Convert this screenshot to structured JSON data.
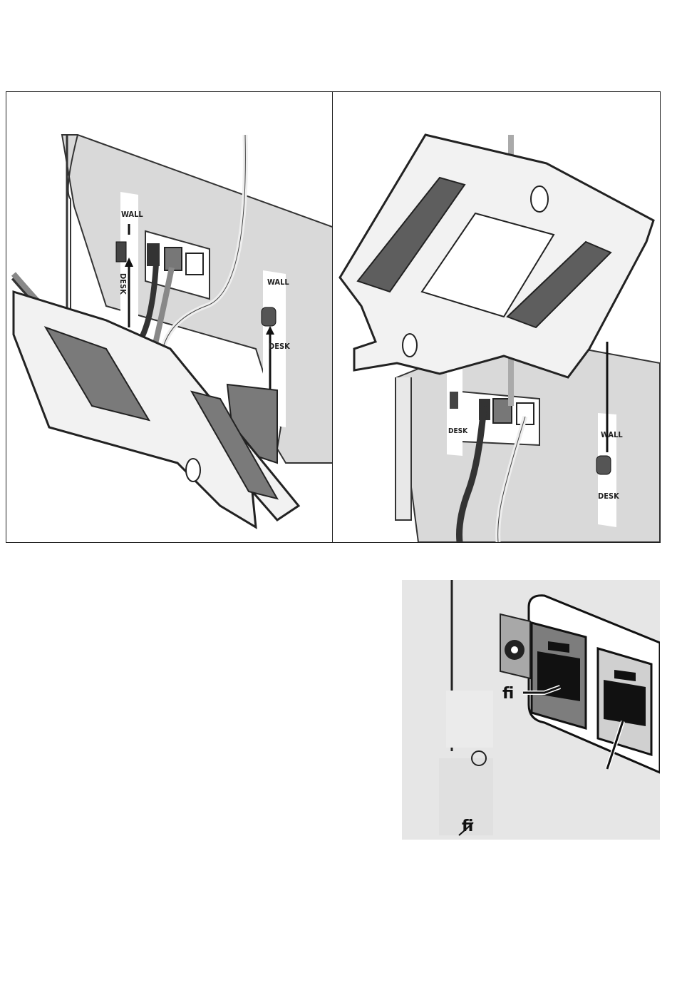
{
  "figures": {
    "left": {
      "label_top": "WALL",
      "label_bottom": "DESK"
    },
    "right": {
      "label_top": "WALL",
      "label_bottom": "DESK"
    }
  },
  "detail": {
    "callout_1": "ﬁ",
    "callout_2": "ﬁ"
  }
}
